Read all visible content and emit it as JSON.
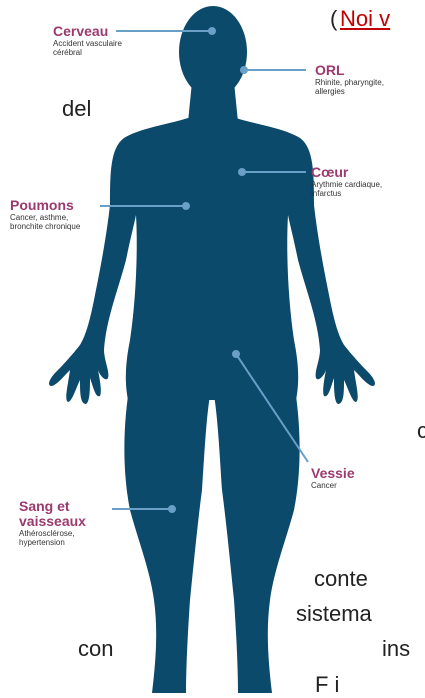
{
  "background_text": {
    "top_open_paren": "(",
    "top_link": "Noi v",
    "del": "del",
    "letter_c": "c",
    "conte": "conte",
    "sistema": "sistema",
    "con": "con",
    "ins": "ins",
    "bottom": "F       i"
  },
  "colors": {
    "silhouette": "#0b4a6b",
    "leader_line": "#6a9fc8",
    "label_title": "#9b3a6e",
    "link": "#c00000"
  },
  "organs": [
    {
      "id": "cerveau",
      "title": "Cerveau",
      "desc": "Accident vasculaire\ncérébral"
    },
    {
      "id": "orl",
      "title": "ORL",
      "desc": "Rhinite, pharyngite,\nallergies"
    },
    {
      "id": "coeur",
      "title": "Cœur",
      "desc": "Arythmie cardiaque,\ninfarctus"
    },
    {
      "id": "poumons",
      "title": "Poumons",
      "desc": "Cancer, asthme,\nbronchite chronique"
    },
    {
      "id": "vessie",
      "title": "Vessie",
      "desc": "Cancer"
    },
    {
      "id": "sang",
      "title": "Sang et\nvaisseaux",
      "desc": "Athérosclérose,\nhypertension"
    }
  ]
}
